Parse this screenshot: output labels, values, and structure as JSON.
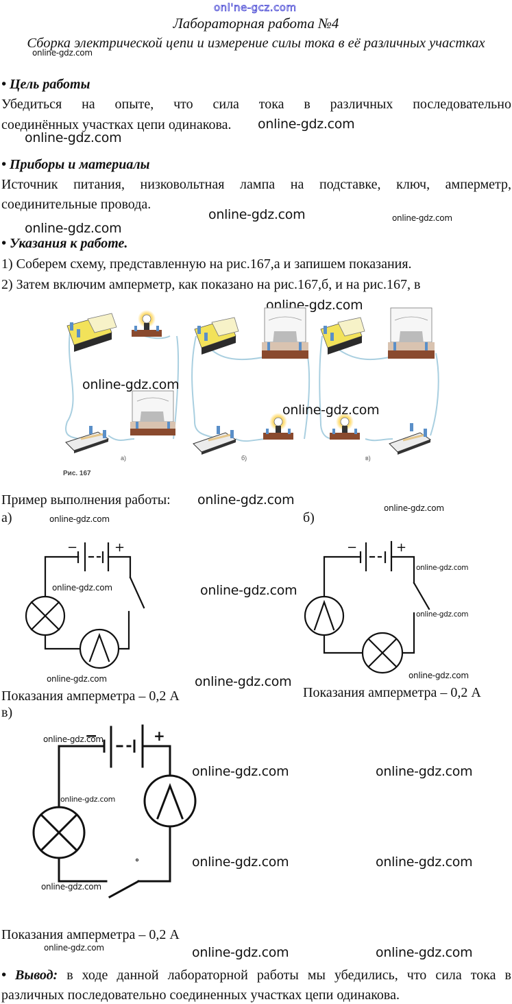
{
  "watermark": {
    "top": "onl'ne-gcz.com",
    "text": "online-gdz.com"
  },
  "header": {
    "lab_title": "Лабораторная работа №4",
    "subtitle": "Сборка электрической цепи и измерение силы тока в её различных участках"
  },
  "sections": {
    "goal": {
      "heading": "• Цель работы",
      "line1": "Убедиться на опыте, что сила тока в различных последовательно",
      "line2": "соединённых участках цепи одинакова."
    },
    "materials": {
      "heading": "• Приборы и материалы",
      "line1": "Источник питания, низковольтная лампа на подставке, ключ, амперметр,",
      "line2": "соединительные провода."
    },
    "instructions": {
      "heading": "• Указания к работе.",
      "steps": [
        "1) Соберем схему, представленную на рис.167,а и запишем показания.",
        "2) Затем включим амперметр, как показано на рис.167,б, и на рис.167, в"
      ]
    }
  },
  "figure": {
    "number": "Рис. 167",
    "panels": [
      "а)",
      "б)",
      "в)"
    ],
    "colors": {
      "power_supply": "#f2e25a",
      "wood_base": "#8a4a2e",
      "wire": "#a9cfe0",
      "terminal": "#5a8fc8",
      "bulb_glow": "#ffd34d"
    }
  },
  "example": {
    "intro": "Пример выполнения работы:",
    "circuits": [
      {
        "label": "а)",
        "order": [
          "battery",
          "switch",
          "ammeter",
          "lamp"
        ],
        "reading": "Показания амперметра – 0,2 А",
        "ammeter_value_A": 0.2
      },
      {
        "label": "б)",
        "order": [
          "battery",
          "switch",
          "lamp",
          "ammeter"
        ],
        "reading": "Показания амперметра – 0,2 А",
        "ammeter_value_A": 0.2
      },
      {
        "label": "в)",
        "order": [
          "battery",
          "ammeter",
          "switch",
          "lamp"
        ],
        "reading": "Показания амперметра – 0,2 А",
        "ammeter_value_A": 0.2
      }
    ],
    "symbols": {
      "minus": "−",
      "plus": "+",
      "ammeter": "A"
    }
  },
  "conclusion": {
    "label": "• Вывод:",
    "text_line1": " в ходе данной лабораторной работы мы убедились, что сила тока в",
    "text_line2": "различных последовательно соединенных участках цепи одинакова."
  }
}
